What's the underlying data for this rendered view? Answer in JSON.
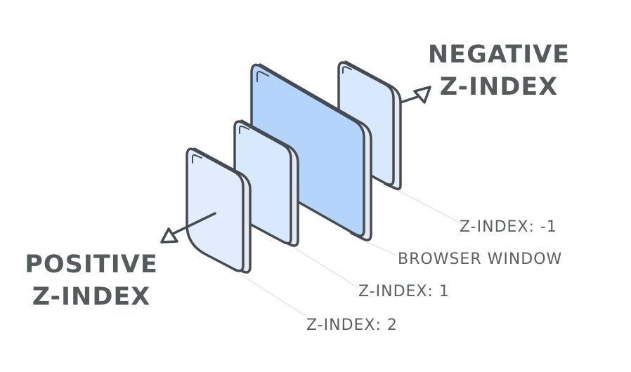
{
  "headings": {
    "negative": [
      "NEGATIVE",
      "Z-INDEX"
    ],
    "positive": [
      "POSITIVE",
      "Z-INDEX"
    ]
  },
  "layers": {
    "minus_one": "Z-INDEX: -1",
    "browser": "BROWSER WINDOW",
    "one": "Z-INDEX: 1",
    "two": "Z-INDEX: 2"
  },
  "colors": {
    "outline": "#454b50",
    "browser_fill": "#b5d4fb",
    "layer_fill": "#d8e8fd",
    "layer_front_fill": "#e2ecfd",
    "edge_fill": "#e6ebf2",
    "heading": "#555a5d",
    "label": "#5a5f63",
    "leader": "#e2e5e8"
  },
  "icons": [
    "arrow-up-right-icon",
    "arrow-down-left-icon"
  ]
}
